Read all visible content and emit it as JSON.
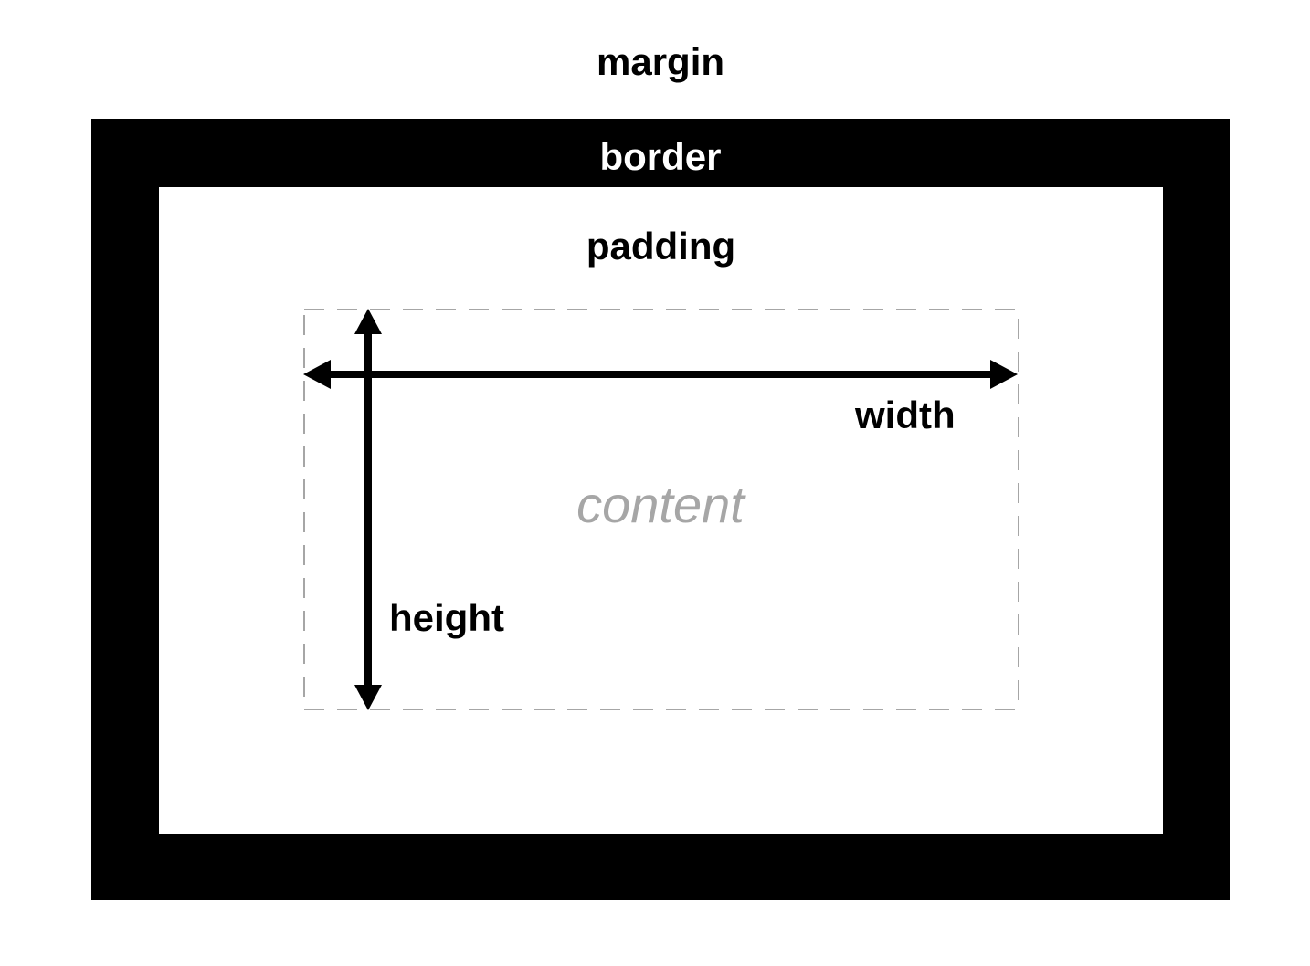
{
  "diagram": {
    "margin_label": "margin",
    "border_label": "border",
    "padding_label": "padding",
    "content_label": "content",
    "width_label": "width",
    "height_label": "height"
  },
  "colors": {
    "border": "#000000",
    "background": "#ffffff",
    "content_text": "#a6a6a6",
    "content_outline": "#a6a6a6",
    "arrow": "#000000"
  }
}
